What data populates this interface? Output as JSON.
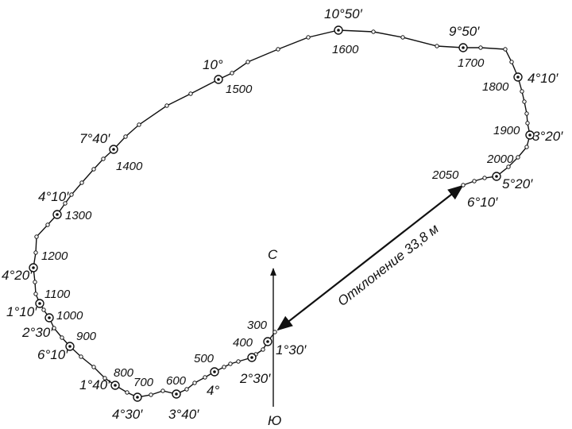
{
  "compass": {
    "north": "С",
    "south": "Ю"
  },
  "deviation_label": "Отклонение 33,8 м",
  "depths": [
    "300",
    "400",
    "500",
    "600",
    "700",
    "800",
    "900",
    "1000",
    "1100",
    "1200",
    "1300",
    "1400",
    "1500",
    "1600",
    "1700",
    "1800",
    "1900",
    "2000",
    "2050"
  ],
  "angles": [
    "1°30′",
    "2°30′",
    "4°",
    "3°40′",
    "4°30′",
    "1°40′",
    "6°10′",
    "2°30′",
    "1°10′",
    "4°20′",
    "4°10′",
    "7°40′",
    "10°",
    "10°50′",
    "9°50′",
    "4°10′",
    "3°20′",
    "5°20′",
    "6°10′"
  ]
}
